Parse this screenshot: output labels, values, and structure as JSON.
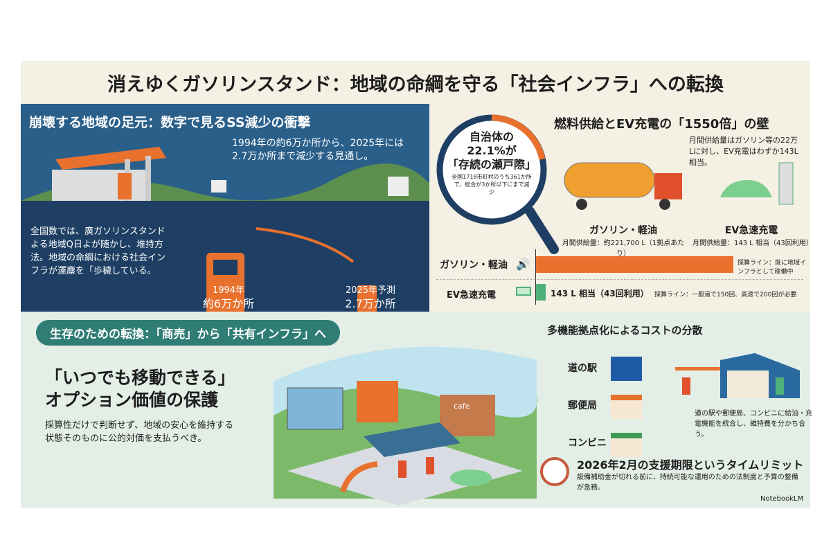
{
  "title": "消えゆくガソリンスタンド：地域の命綱を守る「社会インフラ」への転換",
  "panel1": {
    "heading": "崩壊する地域の足元：数字で見るSS減少の衝撃",
    "summary": "1994年の約6万か所から、2025年には2.7万か所まで減少する見通し。",
    "body": "全国数では、廣ガソリンスタンドよる地域Q日よが随かし、堆持方法。地域の命綱における社会インフラが運塵を「歩穢している。",
    "year_1994": "1994年",
    "count_1994": "約6万か所",
    "year_2025": "2025年予測",
    "count_2025": "2.7万か所"
  },
  "magnifier": {
    "line1": "自治体の",
    "line2": "22.1%が",
    "line3": "「存続の瀬戸際」",
    "note": "全国1718市町村のうち361か所で、総合が3か所以下にまで減少",
    "ring_share_percent": 22.1
  },
  "panel2": {
    "heading": "燃料供給とEV充電の「1550倍」の壁",
    "summary": "月間供給量はガソリン等の22万Lに対し、EV充電はわずか143L相当。",
    "gas_label": "ガソリン・軽油",
    "gas_sub": "月間供給量：約221,700 L（1拠点あたり）",
    "ev_label": "EV急速充電",
    "ev_sub": "月間供給量：143 L 相当（43回利用）",
    "bar_gas_label": "ガソリン・軽油",
    "bar_gas_note": "採算ライン：既に地域インフラとして稼働中",
    "bar_ev_label": "EV急速充電",
    "bar_ev_value": "143 L 相当（43回利用）",
    "bar_ev_note": "採算ライン：一般道で150回、高速で200回が必要",
    "gas_liters": 221700,
    "ev_liters": 143
  },
  "panel3": {
    "pill": "生存のための転換：「商売」から「共有インフラ」へ",
    "headline1": "「いつでも移動できる」",
    "headline2": "オプション価値の保護",
    "body": "採算性だけで判断せず、地域の安心を維持する状態そのものに公的対価を支払うべき。",
    "cafe": "cafe"
  },
  "panel4": {
    "heading": "多機能拠点化によるコストの分散",
    "items": [
      "道の駅",
      "郵便局",
      "コンビニ"
    ],
    "body": "道の駅や郵便局、コンビニに給油・充電機能を統合し、維持費を分かち合う。"
  },
  "panel5": {
    "heading": "2026年2月の支援期限というタイムリミット",
    "body": "設備補助金が切れる前に、持続可能な運用のための法制度と予算の整備が急務。"
  },
  "brand": "NotebookLM",
  "colors": {
    "navy": "#1e3f63",
    "orange": "#e8712d",
    "green": "#4fb07a",
    "teal": "#2f7d74",
    "cream": "#f4f0e3",
    "mint": "#e3eee6"
  }
}
